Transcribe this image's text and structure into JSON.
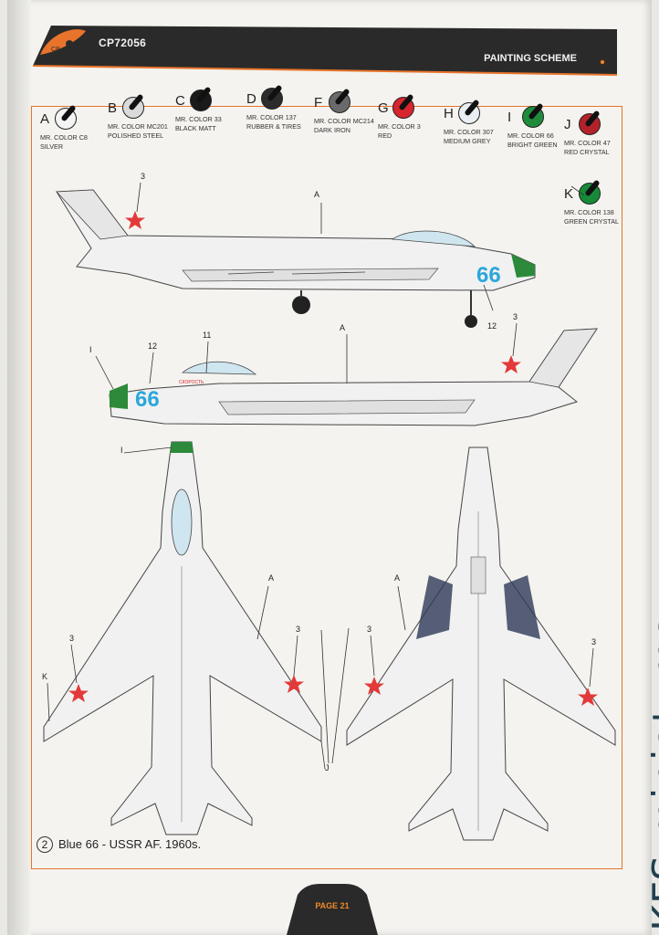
{
  "header": {
    "code": "CP72056",
    "title": "PAINTING SCHEME"
  },
  "colors": {
    "accent": "#e8742c",
    "header_bg": "#2a2a2a",
    "red_star": "#e23a3a",
    "blue_number": "#2aa7dc",
    "green": "#2c8a3a"
  },
  "swatches": [
    {
      "letter": "A",
      "line1": "MR. COLOR C8",
      "line2": "SILVER",
      "color": "#f4f4f4"
    },
    {
      "letter": "B",
      "line1": "MR. COLOR MC201",
      "line2": "POLISHED STEEL",
      "color": "#dadada"
    },
    {
      "letter": "C",
      "line1": "MR. COLOR 33",
      "line2": "BLACK MATT",
      "color": "#1a1a1a"
    },
    {
      "letter": "D",
      "line1": "MR. COLOR 137",
      "line2": "RUBBER & TIRES",
      "color": "#2c2c2c"
    },
    {
      "letter": "F",
      "line1": "MR. COLOR MC214",
      "line2": "DARK IRON",
      "color": "#6a6a6a"
    },
    {
      "letter": "G",
      "line1": "MR. COLOR 3",
      "line2": "RED",
      "color": "#d8262e"
    },
    {
      "letter": "H",
      "line1": "MR. COLOR 307",
      "line2": "MEDIUM GREY",
      "color": "#e9eef2"
    },
    {
      "letter": "I",
      "line1": "MR. COLOR 66",
      "line2": "BRIGHT GREEN",
      "color": "#1f8c3c"
    },
    {
      "letter": "J",
      "line1": "MR. COLOR 47",
      "line2": "RED CRYSTAL",
      "color": "#b3222a"
    },
    {
      "letter": "K",
      "line1": "MR. COLOR 138",
      "line2": "GREEN CRYSTAL",
      "color": "#178a3a"
    }
  ],
  "markings": {
    "aircraft_number": "66",
    "inscription": "СКОРОСТЬ",
    "callouts": {
      "A": "A",
      "I": "I",
      "J": "J",
      "K": "K",
      "n3": "3",
      "n11": "11",
      "n12": "12"
    }
  },
  "caption": {
    "number": "2",
    "text": "Blue 66 - USSR AF. 1960s."
  },
  "footer": {
    "page": "PAGE 21"
  },
  "watermark": "KFS-miniatures"
}
